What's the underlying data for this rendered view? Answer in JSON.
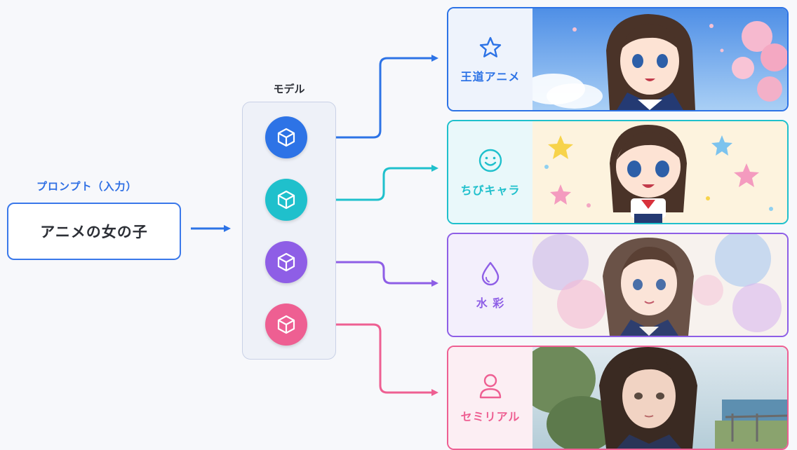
{
  "prompt": {
    "label": "プロンプト（入力）",
    "text": "アニメの女の子"
  },
  "model": {
    "label": "モデル"
  },
  "colors": {
    "blue": "#2d73e6",
    "cyan": "#1fc0cc",
    "purple": "#8e5ee6",
    "pink": "#ee5f92"
  },
  "styles": [
    {
      "label": "王道アニメ",
      "icon": "star-icon"
    },
    {
      "label": "ちびキャラ",
      "icon": "smile-icon"
    },
    {
      "label": "水 彩",
      "icon": "droplet-icon"
    },
    {
      "label": "セミリアル",
      "icon": "person-icon"
    }
  ]
}
